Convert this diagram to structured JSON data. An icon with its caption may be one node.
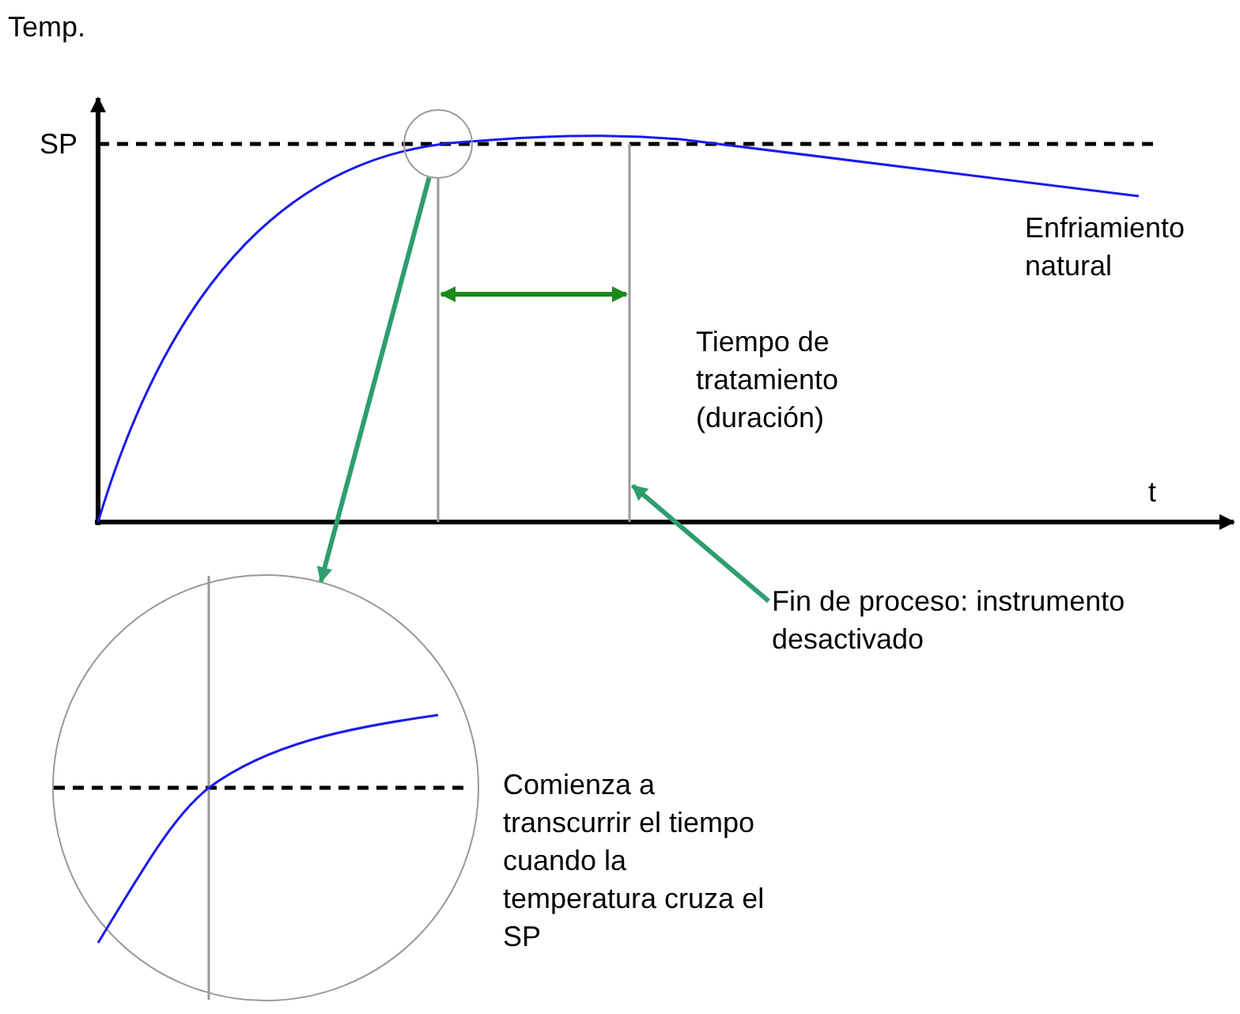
{
  "diagram": {
    "nodes": [
      {
        "text": [],
        "shape": "circle"
      },
      {
        "text": [],
        "shape": "circle"
      },
      {
        "text": [
          "Fin de proceso: instrumento desactivado"
        ]
      }
    ],
    "edges": [
      {
        "from": 0,
        "to": 1,
        "arrow": "to"
      },
      {
        "from": 2,
        "to": null,
        "arrow": "to"
      }
    ],
    "labels": [
      "Temp.",
      "SP",
      "t",
      "Enfriamiento natural",
      "Tiempo de tratamiento (duración)",
      "Comienza a transcurrir el tiempo cuando la temperatura cruza el SP"
    ]
  }
}
